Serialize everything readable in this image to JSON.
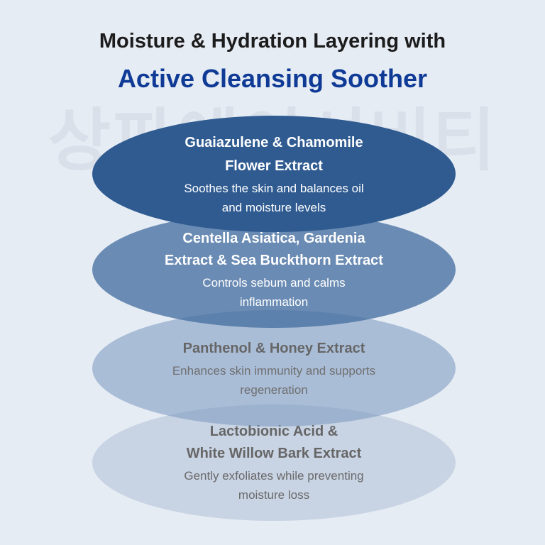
{
  "header": {
    "line1": "Moisture & Hydration Layering with",
    "line2": "Active Cleansing Soother"
  },
  "watermark_text": "상파에이셔비티",
  "colors": {
    "background": "#e6ecf4",
    "title_accent": "#0f3b96",
    "layer1": "#2f5b91",
    "layer2": "#4670a0",
    "layer3": "#7898c0",
    "layer4": "#afc0d6"
  },
  "layers": [
    {
      "name_line1": "Guaiazulene & Chamomile",
      "name_line2": "Flower Extract",
      "desc_line1": "Soothes the skin and balances oil",
      "desc_line2": "and moisture levels"
    },
    {
      "name_line1": "Centella Asiatica, Gardenia",
      "name_line2": "Extract & Sea Buckthorn Extract",
      "desc_line1": "Controls sebum and calms",
      "desc_line2": "inflammation"
    },
    {
      "name_line1": "Panthenol & Honey Extract",
      "desc_line1": "Enhances skin immunity and supports",
      "desc_line2": "regeneration"
    },
    {
      "name_line1": "Lactobionic Acid &",
      "name_line2": "White Willow Bark Extract",
      "desc_line1": "Gently exfoliates while preventing",
      "desc_line2": "moisture loss"
    }
  ]
}
